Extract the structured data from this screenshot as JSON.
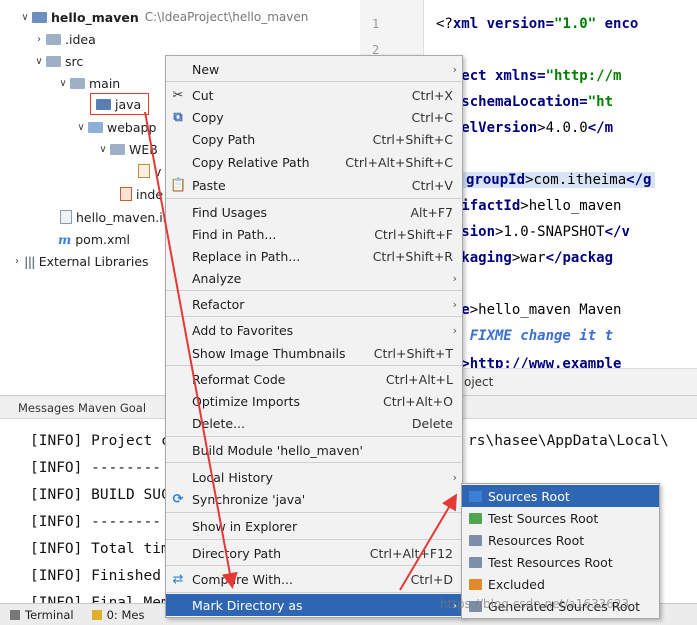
{
  "tree": {
    "root_name": "hello_maven",
    "root_path": "C:\\IdeaProject\\hello_maven",
    "items": [
      {
        "label": "hello_maven",
        "arrow": "∨"
      },
      {
        "label": ".idea",
        "arrow": "›"
      },
      {
        "label": "src",
        "arrow": "∨"
      },
      {
        "label": "main",
        "arrow": "∨"
      },
      {
        "label": "java",
        "arrow": ""
      },
      {
        "label": "webapp",
        "arrow": "∨"
      },
      {
        "label": "WEB",
        "arrow": "∨"
      },
      {
        "label": "v",
        "arrow": ""
      },
      {
        "label": "inde",
        "arrow": ""
      },
      {
        "label": "hello_maven.in",
        "arrow": ""
      },
      {
        "label": "pom.xml",
        "arrow": ""
      },
      {
        "label": "External Libraries",
        "arrow": "›"
      }
    ]
  },
  "editor": {
    "line_numbers": [
      "1",
      "2"
    ],
    "lines": [
      {
        "a": "<?",
        "b": "xml version=",
        "c": "\"1.0\"",
        "d": " enco"
      },
      {
        "a": "",
        "b": "roject xmlns=",
        "c": "\"http://m",
        "d": ""
      },
      {
        "a": "",
        "b": "si:schemaLocation=",
        "c": "\"ht",
        "d": ""
      },
      {
        "a": "",
        "b": "modelVersion",
        "c": "4.0.0",
        "d": "</m"
      },
      {
        "a": "",
        "b": "groupId",
        "c": "com.itheima",
        "d": "</g"
      },
      {
        "a": "",
        "b": "artifactId",
        "c": "hello_maven",
        "d": ""
      },
      {
        "a": "",
        "b": "version",
        "c": "1.0-SNAPSHOT",
        "d": "</v"
      },
      {
        "a": "",
        "b": "packaging",
        "c": "war",
        "d": "</packag"
      },
      {
        "a": "",
        "b": "name",
        "c": "hello_maven Maven",
        "d": ""
      },
      {
        "a": "",
        "b": "!-- FIXME change it t",
        "c": "",
        "d": ""
      },
      {
        "a": "",
        "b": "url>http://www.example",
        "c": "",
        "d": ""
      }
    ],
    "breadcrumb": "oject"
  },
  "messages": {
    "header": "Messages Maven Goal",
    "lines": [
      "[INFO] Project c",
      "[INFO] --------",
      "[INFO] BUILD SUC",
      "[INFO] --------",
      "[INFO] Total tim",
      "[INFO] Finished",
      "[INFO] Final Mem"
    ],
    "right_text": "rs\\hasee\\AppData\\Local\\"
  },
  "bottombar": {
    "tabs": [
      "Terminal",
      "0: Mes"
    ]
  },
  "menu": {
    "items": [
      {
        "label": "New",
        "shortcut": "",
        "sub": true
      },
      {
        "label": "Cut",
        "shortcut": "Ctrl+X",
        "icon": "cut-icon"
      },
      {
        "label": "Copy",
        "shortcut": "Ctrl+C",
        "icon": "copy-icon"
      },
      {
        "label": "Copy Path",
        "shortcut": "Ctrl+Shift+C"
      },
      {
        "label": "Copy Relative Path",
        "shortcut": "Ctrl+Alt+Shift+C"
      },
      {
        "label": "Paste",
        "shortcut": "Ctrl+V",
        "icon": "paste-icon"
      },
      {
        "label": "Find Usages",
        "shortcut": "Alt+F7"
      },
      {
        "label": "Find in Path...",
        "shortcut": "Ctrl+Shift+F"
      },
      {
        "label": "Replace in Path...",
        "shortcut": "Ctrl+Shift+R"
      },
      {
        "label": "Analyze",
        "shortcut": "",
        "sub": true
      },
      {
        "label": "Refactor",
        "shortcut": "",
        "sub": true
      },
      {
        "label": "Add to Favorites",
        "shortcut": "",
        "sub": true
      },
      {
        "label": "Show Image Thumbnails",
        "shortcut": "Ctrl+Shift+T"
      },
      {
        "label": "Reformat Code",
        "shortcut": "Ctrl+Alt+L"
      },
      {
        "label": "Optimize Imports",
        "shortcut": "Ctrl+Alt+O"
      },
      {
        "label": "Delete...",
        "shortcut": "Delete"
      },
      {
        "label": "Build Module 'hello_maven'",
        "shortcut": ""
      },
      {
        "label": "Local History",
        "shortcut": "",
        "sub": true
      },
      {
        "label": "Synchronize 'java'",
        "shortcut": "",
        "icon": "sync-icon"
      },
      {
        "label": "Show in Explorer",
        "shortcut": ""
      },
      {
        "label": "Directory Path",
        "shortcut": "Ctrl+Alt+F12"
      },
      {
        "label": "Compare With...",
        "shortcut": "Ctrl+D",
        "icon": "compare-icon"
      },
      {
        "label": "Mark Directory as",
        "shortcut": "",
        "sub": true
      }
    ]
  },
  "submenu": {
    "items": [
      {
        "label": "Sources Root",
        "color": "#3d7fd6"
      },
      {
        "label": "Test Sources Root",
        "color": "#4fa64f"
      },
      {
        "label": "Resources Root",
        "color": "#7d8fa8"
      },
      {
        "label": "Test Resources Root",
        "color": "#7d8fa8"
      },
      {
        "label": "Excluded",
        "color": "#e08a2a"
      },
      {
        "label": "Generated Sources Root",
        "color": "#7d8fa8"
      }
    ]
  },
  "watermark": "https://blog.csdn.net/a1633623"
}
